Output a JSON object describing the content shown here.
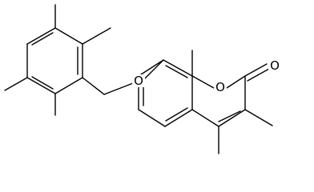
{
  "molecule": {
    "atoms": [
      {
        "id": "o-ether",
        "element": "O"
      },
      {
        "id": "o-ring",
        "element": "O"
      },
      {
        "id": "o-carbonyl",
        "element": "O"
      }
    ]
  },
  "colors": {
    "bond": "#000000",
    "label": "#000000",
    "background": "#ffffff"
  }
}
